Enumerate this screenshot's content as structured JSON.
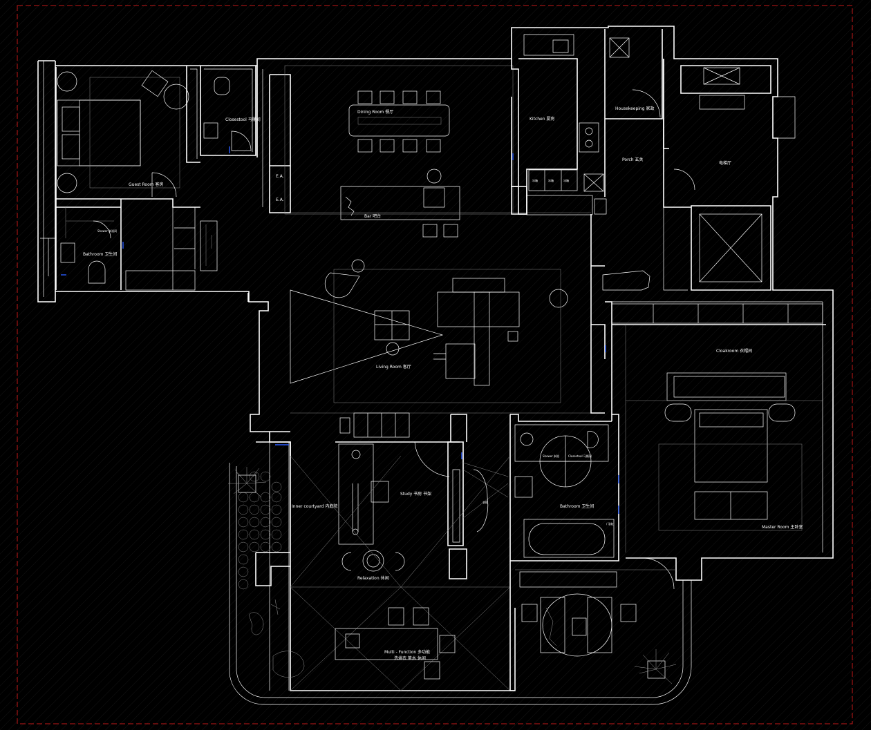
{
  "colors": {
    "background": "#000000",
    "linework": "#ffffff",
    "border": "#c41818",
    "door_marks": "#2a5cff"
  },
  "rooms": {
    "guest_room": "Guest Room 客房",
    "closestool": "Closestool 马桶间",
    "bathroom_guest": "Bathroom 卫生间",
    "shower_guest": "Shower 淋浴间",
    "dining_room": "Dining Room 餐厅",
    "kitchen": "Kitchen 厨房",
    "housekeeping": "Housekeeping 家政",
    "porch": "Porch 玄关",
    "elevator_hall": "电梯厅",
    "bar": "Bar 吧台",
    "ea_top": "E.A.",
    "ea_bottom": "E.A.",
    "living_room": "Living Room 客厅",
    "cloakroom": "Cloakroom 衣帽间",
    "inner_courtyard": "Inner courtyard 内庭院",
    "study": "Study 书房 书架",
    "shower_master": "Shower 淋浴",
    "closestool_master": "Closestool 马桶间",
    "bathroom_master": "Bathroom 卫生间",
    "bathroom_note": "/ 浴缸",
    "master_room": "Master Room 主卧室",
    "relaxation": "Relaxation 休闲",
    "multi_function": "Multi - Function 多功能",
    "multi_function_sub": "洗烘衣 茶水 休闲",
    "wardrobe_note": "衣柜",
    "fridge_labels": [
      "冰箱",
      "冰箱",
      "冰箱"
    ]
  }
}
